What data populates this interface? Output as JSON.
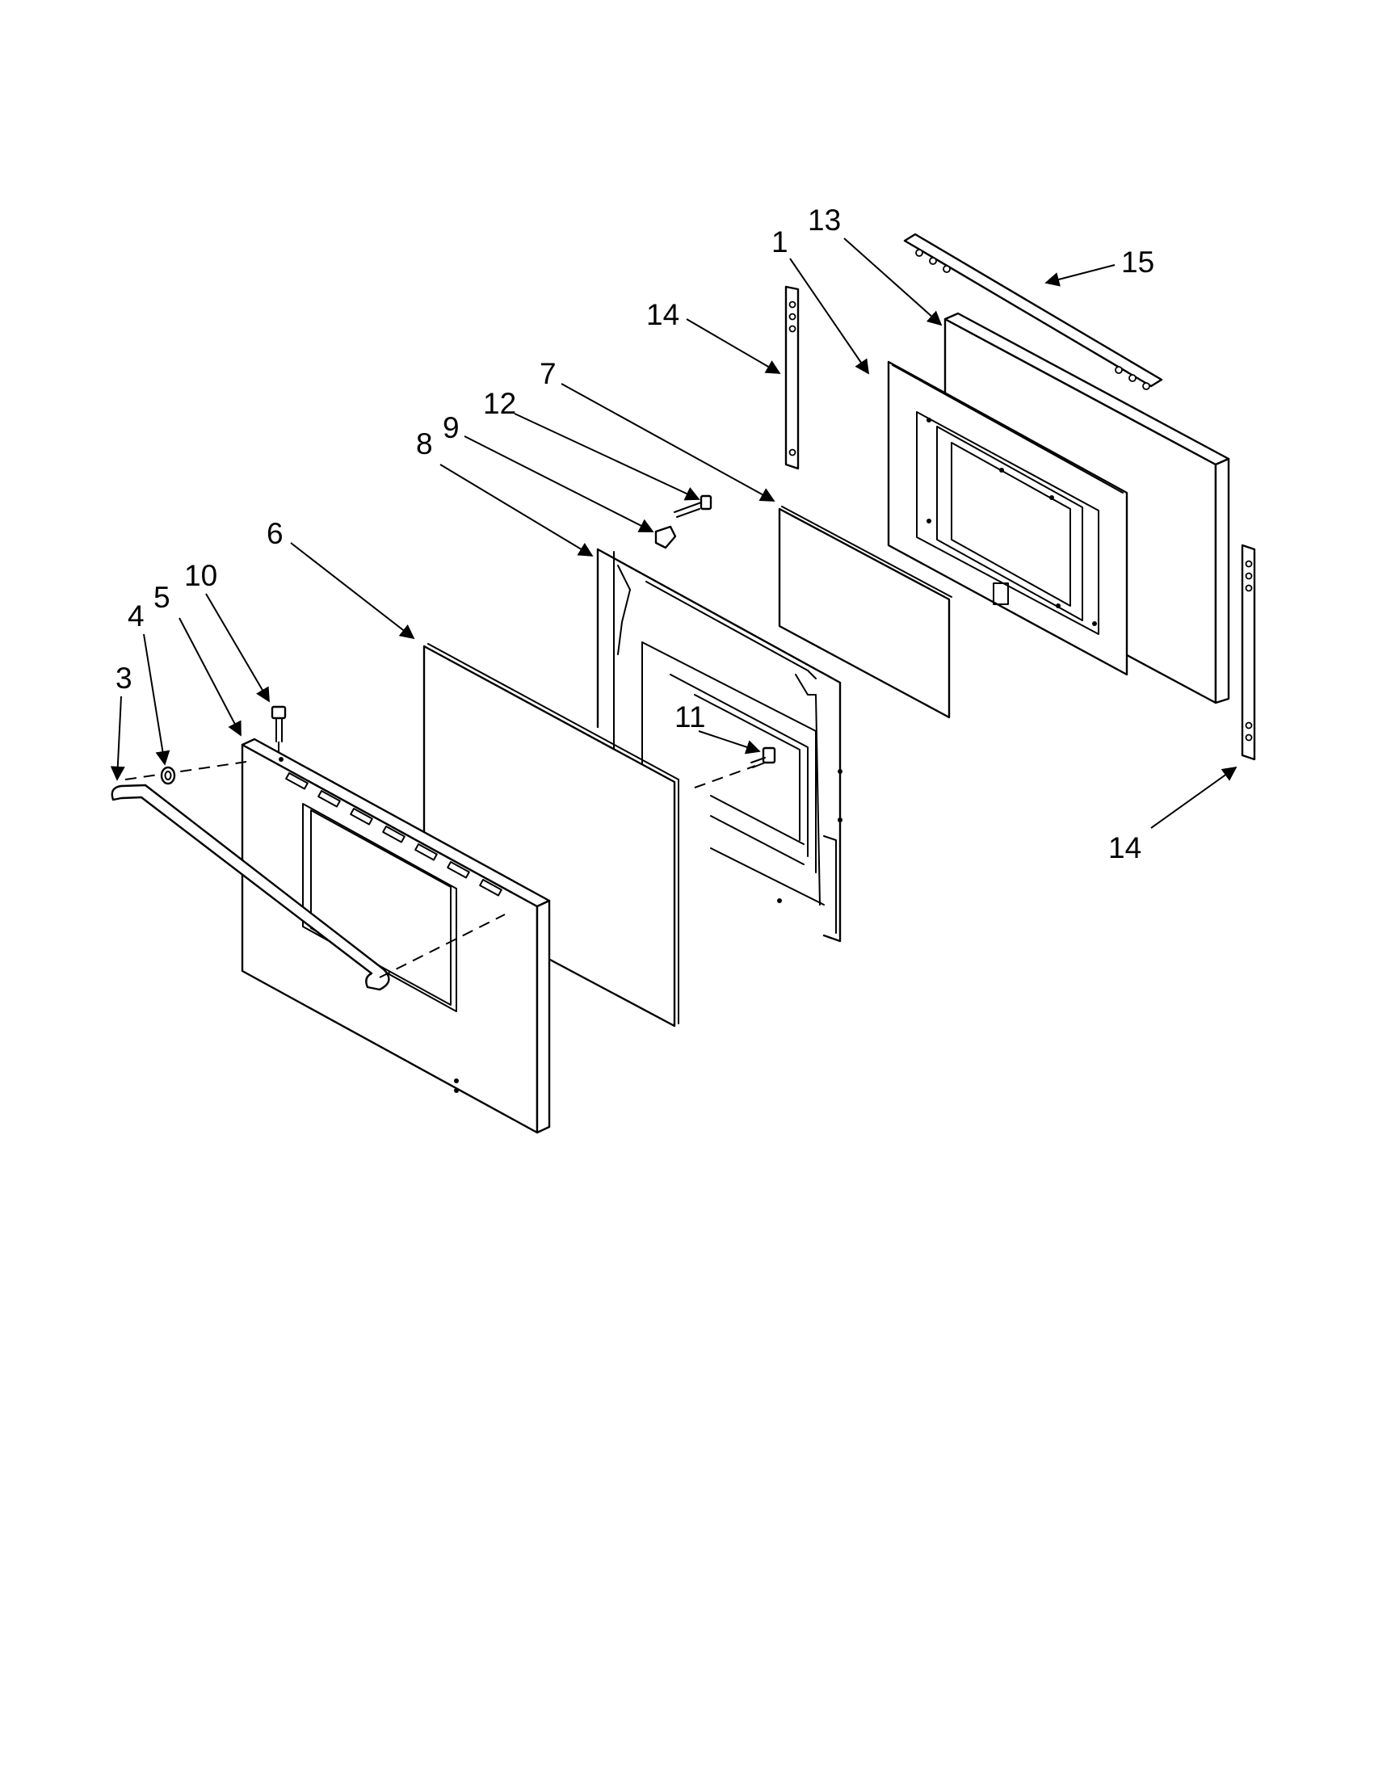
{
  "callouts": {
    "c1": "1",
    "c3": "3",
    "c4": "4",
    "c5": "5",
    "c6": "6",
    "c7": "7",
    "c8": "8",
    "c9": "9",
    "c10": "10",
    "c11": "11",
    "c12": "12",
    "c13": "13",
    "c14a": "14",
    "c14b": "14",
    "c15": "15"
  }
}
